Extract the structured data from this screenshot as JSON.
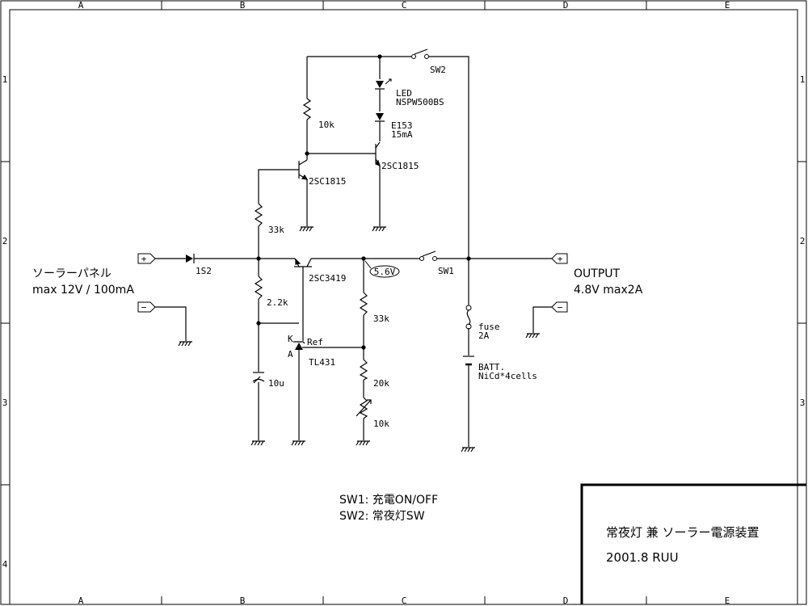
{
  "border": {
    "cols": [
      "A",
      "B",
      "C",
      "D",
      "E"
    ],
    "rows": [
      "1",
      "2",
      "3",
      "4"
    ]
  },
  "components": {
    "sw2": "SW2",
    "led": "LED",
    "led_part": "NSPW500BS",
    "crd": "E153",
    "crd_current": "15mA",
    "r_10k_top": "10k",
    "q_left": "2SC1815",
    "q_right": "2SC1815",
    "r_33k_base": "33k",
    "diode": "1S2",
    "q_main": "2SC3419",
    "voltage": "5.6V",
    "sw1": "SW1",
    "r_22k": "2.2k",
    "r_33k_div": "33k",
    "k": "K",
    "ref": "Ref",
    "a": "A",
    "tl431": "TL431",
    "r_20k": "20k",
    "vr_10k": "10k",
    "c_10u": "10u",
    "fuse": "fuse",
    "fuse_rating": "2A",
    "batt": "BATT.",
    "batt_type": "NiCd*4cells",
    "plus": "+",
    "minus": "−"
  },
  "labels": {
    "solar": "ソーラーパネル",
    "solar_spec": "max 12V / 100mA",
    "output": "OUTPUT",
    "output_spec": "4.8V max2A",
    "note_sw1": "SW1: 充電ON/OFF",
    "note_sw2": "SW2: 常夜灯SW"
  },
  "title_block": {
    "title": "常夜灯 兼 ソーラー電源装置",
    "date_author": "2001.8  RUU"
  }
}
